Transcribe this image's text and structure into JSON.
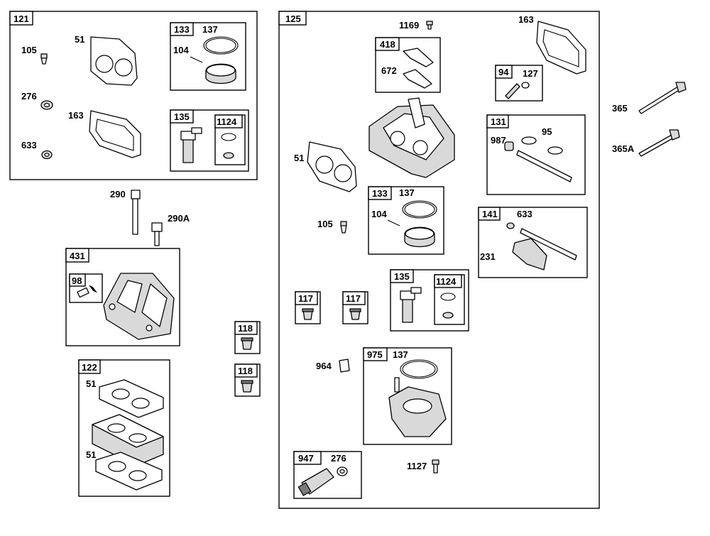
{
  "boxes": {
    "b121": "121",
    "b125": "125",
    "b133a": "133",
    "b135a": "135",
    "b1124a": "1124",
    "b431": "431",
    "b98": "98",
    "b122": "122",
    "b118a": "118",
    "b118b": "118",
    "b418": "418",
    "b94": "94",
    "b131": "131",
    "b133b": "133",
    "b141": "141",
    "b117a": "117",
    "b117b": "117",
    "b135b": "135",
    "b1124b": "1124",
    "b975": "975",
    "b947": "947"
  },
  "parts": {
    "p51a": "51",
    "p105a": "105",
    "p276a": "276",
    "p163a": "163",
    "p633a": "633",
    "p137a": "137",
    "p104a": "104",
    "p290": "290",
    "p290A": "290A",
    "p51b": "51",
    "p51c": "51",
    "p1169": "1169",
    "p163b": "163",
    "p672": "672",
    "p127": "127",
    "p987": "987",
    "p95": "95",
    "p51d": "51",
    "p105b": "105",
    "p137b": "137",
    "p104b": "104",
    "p633b": "633",
    "p231": "231",
    "p964": "964",
    "p137c": "137",
    "p276b": "276",
    "p1127": "1127",
    "p365": "365",
    "p365A": "365A"
  }
}
